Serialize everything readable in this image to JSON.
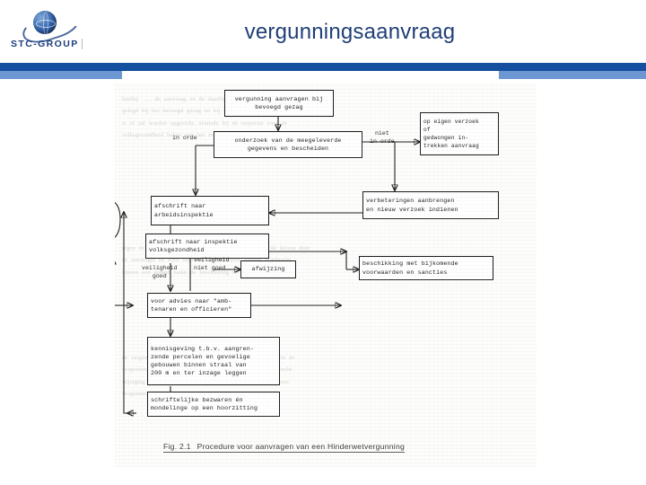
{
  "slide": {
    "title": "vergunningsaanvraag",
    "logo_text": "STC-GROUP",
    "logo_icon": "globe-logo-icon",
    "band_dark_color": "#14509f",
    "band_light_color": "#6d97d2",
    "title_color": "#1f3f77"
  },
  "figure": {
    "caption_number": "Fig. 2.1",
    "caption_text": "Procedure voor aanvragen van een Hinderwetvergunning",
    "nodes": [
      {
        "id": "aanvraag",
        "label": "vergunning aanvragen bij\nbevoegd gezag"
      },
      {
        "id": "onderzoek",
        "label": "onderzoek van de meegeleverde\ngegevens en bescheiden"
      },
      {
        "id": "intrekken",
        "label": "op eigen verzoek\nof\ngedwongen in-\ntrekken aanvraag"
      },
      {
        "id": "arbeidsinsp",
        "label": "afschrift naar\narbeidsinspektie"
      },
      {
        "id": "verbeteringen",
        "label": "verbeteringen aanbrengen\nen nieuw verzoek indienen"
      },
      {
        "id": "volksgezond",
        "label": "afschrift naar inspektie\nvolksgezondheid"
      },
      {
        "id": "afwijzing",
        "label": "afwijzing"
      },
      {
        "id": "beschikking",
        "label": "beschikking met bijkomende\nvoorwaarden en sancties"
      },
      {
        "id": "advies",
        "label": "voor advies naar \"amb-\ntenaren en officieren\""
      },
      {
        "id": "kennisgeving",
        "label": "kennisgeving t.b.v. aangren-\nzende percelen en gevoelige\ngebouwen binnen straal van\n200 m en ter inzage leggen"
      },
      {
        "id": "bezwaren",
        "label": "schriftelijke bezwaren én\nmondelinge op een hoorzitting"
      }
    ],
    "edge_labels": [
      {
        "id": "in-orde",
        "label": "in orde"
      },
      {
        "id": "niet-in-orde",
        "label": "niet\nin orde"
      },
      {
        "id": "veiligheid-goed",
        "label": "veiligheid\ngoed"
      },
      {
        "id": "veiligheid-niet",
        "label": "veiligheid\nniet goed"
      }
    ],
    "ghost_text_top": "hierbij  .... de aanvraag en de daarbij behorende stukken ter inzage\ngelegd bij het bevoegd gezag en bij de gemeente waar de inrichting\nis of zal worden opgericht, alsmede bij de inspectie voor de\nvolksgezondheid belast met het toezicht op de hygiene van het milieu.",
    "ghost_text_mid": "tegen de beschikking kan beroep worden ingesteld bij de Kroon door\nde aanvrager en door degenen die bezwaren hebben ingebracht,\nbinnen een maand nadat de beschikking ter inzage is gelegd.",
    "ghost_text_bot": "de vergunning vervalt indien de inrichting niet binnen de in de\nvergunning gestelde termijn is voltooid en in werking gebracht.\nwijziging of uitbreiding van een inrichting vereist een nieuwe\nvergunning dan wel een melding aan het bevoegd gezag."
  }
}
